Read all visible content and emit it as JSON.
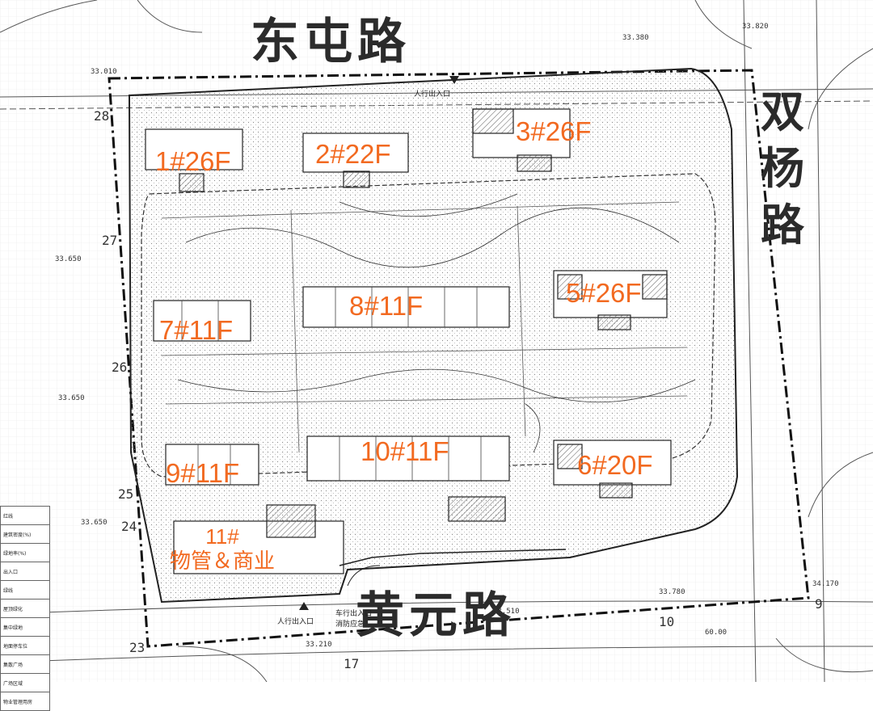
{
  "roads": {
    "north": "东屯路",
    "east": "双杨路",
    "south": "黄元路"
  },
  "buildings": [
    {
      "id": "b1",
      "label": "1#26F"
    },
    {
      "id": "b2",
      "label": "2#22F"
    },
    {
      "id": "b3",
      "label": "3#26F"
    },
    {
      "id": "b5",
      "label": "5#26F"
    },
    {
      "id": "b6",
      "label": "6#20F"
    },
    {
      "id": "b7",
      "label": "7#11F"
    },
    {
      "id": "b8",
      "label": "8#11F"
    },
    {
      "id": "b9",
      "label": "9#11F"
    },
    {
      "id": "b10",
      "label": "10#11F"
    },
    {
      "id": "b11",
      "label": "11#",
      "sublabel": "物管＆商业"
    }
  ],
  "entrances": {
    "north": "人行出入口",
    "south_pedestrian": "人行出入口",
    "south_vehicle": "车行出入口",
    "south_fire": "消防应急"
  },
  "elevations": [
    "33.010",
    "33.820",
    "33.380",
    "33.650",
    "33.650",
    "33.650",
    "33.510",
    "33.780",
    "33.210",
    "34.170",
    "60.00"
  ],
  "grid_numbers": [
    "28",
    "27",
    "26",
    "25",
    "24",
    "23",
    "17",
    "10",
    "9"
  ],
  "legend": {
    "rows": [
      "红线",
      "建筑密度(%)",
      "绿地率(%)",
      "出入口",
      "绿线",
      "屋顶绿化",
      "集中绿地",
      "地面停车位",
      "集散广场",
      "广场区域",
      "物业管理用房"
    ]
  },
  "colors": {
    "label": "#f26a21",
    "road_text": "#2b2b2b",
    "hatch": "#9a9a9a",
    "line": "#222222"
  }
}
